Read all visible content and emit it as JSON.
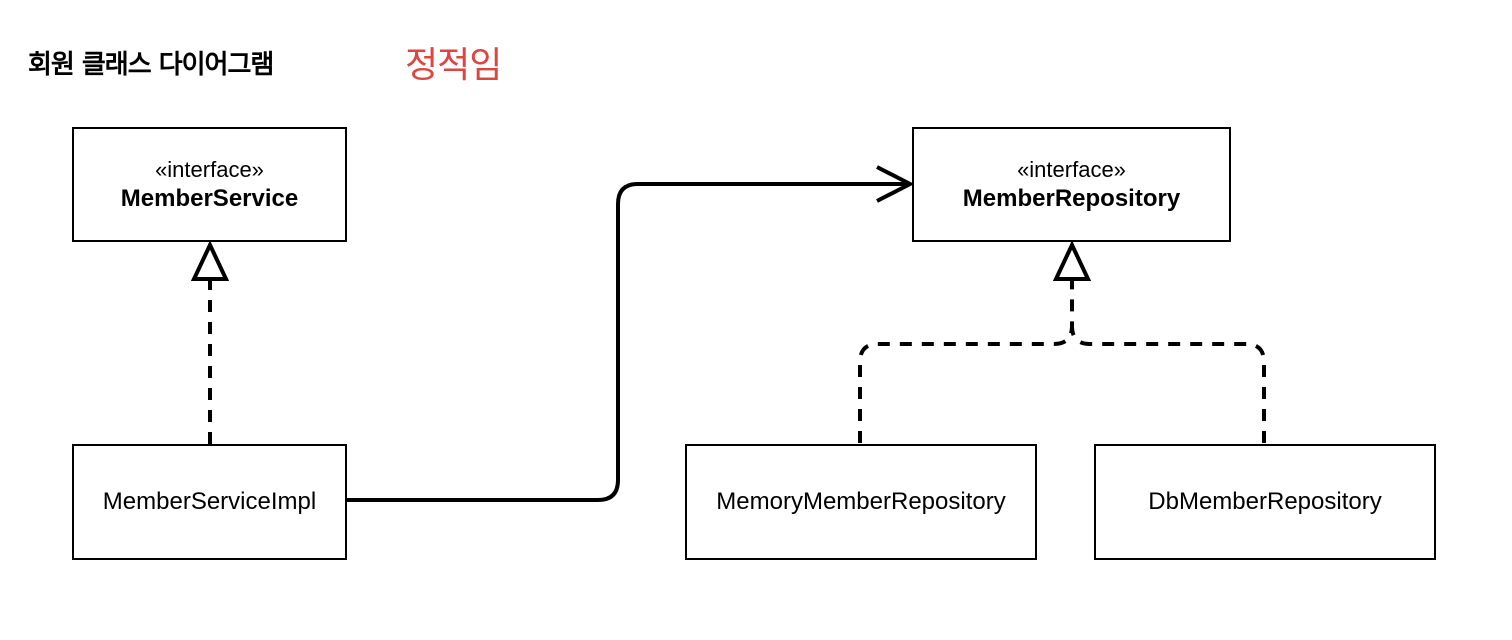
{
  "header": {
    "title": "회원 클래스 다이어그램",
    "note": "정적임"
  },
  "colors": {
    "note": "#e0443e",
    "line": "#000000",
    "box_border": "#000000"
  },
  "diagram": {
    "interfaces": [
      {
        "stereotype": "«interface»",
        "name": "MemberService"
      },
      {
        "stereotype": "«interface»",
        "name": "MemberRepository"
      }
    ],
    "classes": [
      {
        "name": "MemberServiceImpl"
      },
      {
        "name": "MemoryMemberRepository"
      },
      {
        "name": "DbMemberRepository"
      }
    ],
    "relations": [
      {
        "type": "realization",
        "from": "MemberServiceImpl",
        "to": "MemberService"
      },
      {
        "type": "association",
        "from": "MemberServiceImpl",
        "to": "MemberRepository"
      },
      {
        "type": "realization",
        "from": "MemoryMemberRepository",
        "to": "MemberRepository"
      },
      {
        "type": "realization",
        "from": "DbMemberRepository",
        "to": "MemberRepository"
      }
    ]
  }
}
